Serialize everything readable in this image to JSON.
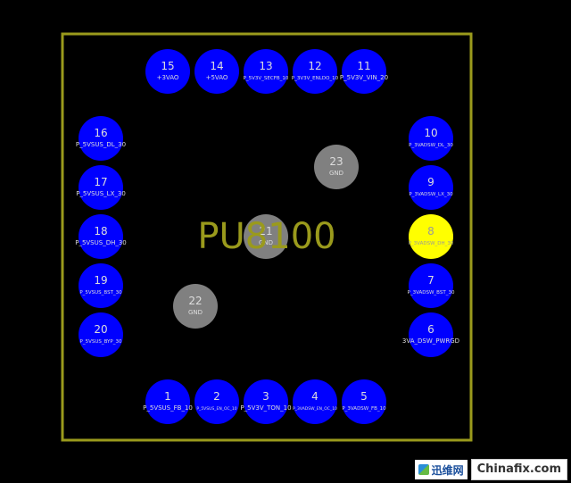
{
  "part_label": "PU8100",
  "colors": {
    "background": "#000000",
    "outline": "#9a9a1c",
    "label": "#9a9a1c",
    "pad": "#0000ff",
    "pad_highlight": "#ffff00",
    "pad_gnd": "#808080",
    "pad_text": "#dddddd",
    "pad_text_highlight": "#999999"
  },
  "pads": [
    {
      "num": "1",
      "net": "P_5VSUS_FB_10"
    },
    {
      "num": "2",
      "net": "P_5VSUS_EN_OC_10"
    },
    {
      "num": "3",
      "net": "P_5V3V_TON_10"
    },
    {
      "num": "4",
      "net": "P_3VADSW_EN_OC_10"
    },
    {
      "num": "5",
      "net": "P_3VADSW_FB_10"
    },
    {
      "num": "6",
      "net": "3VA_DSW_PWRGD"
    },
    {
      "num": "7",
      "net": "P_3VADSW_BST_30"
    },
    {
      "num": "8",
      "net": "P_3VADSW_DH_30",
      "highlight": true
    },
    {
      "num": "9",
      "net": "P_3VADSW_LX_30"
    },
    {
      "num": "10",
      "net": "P_3VADSW_DL_30"
    },
    {
      "num": "11",
      "net": "P_5V3V_VIN_20"
    },
    {
      "num": "12",
      "net": "P_3V3V_ENLDO_10"
    },
    {
      "num": "13",
      "net": "P_5V3V_SECFB_10"
    },
    {
      "num": "14",
      "net": "+5VAO"
    },
    {
      "num": "15",
      "net": "+3VAO"
    },
    {
      "num": "16",
      "net": "P_5VSUS_DL_30"
    },
    {
      "num": "17",
      "net": "P_5VSUS_LX_30"
    },
    {
      "num": "18",
      "net": "P_5VSUS_DH_30"
    },
    {
      "num": "19",
      "net": "P_5VSUS_BST_30"
    },
    {
      "num": "20",
      "net": "P_5VSUS_BYP_30"
    },
    {
      "num": "21",
      "net": "GND",
      "gnd": true
    },
    {
      "num": "22",
      "net": "GND",
      "gnd": true
    },
    {
      "num": "23",
      "net": "GND",
      "gnd": true
    }
  ],
  "watermark": {
    "site_cn": "迅维网",
    "site_en": "Chinafix.com"
  }
}
